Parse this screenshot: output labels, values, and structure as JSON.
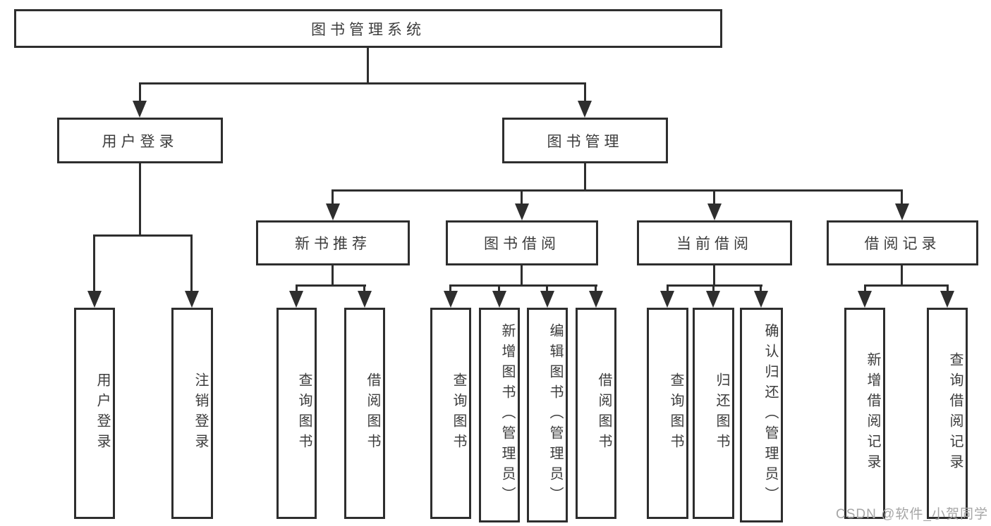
{
  "nodes": {
    "root": "图书管理系统",
    "user_login": "用户登录",
    "book_mgmt": "图书管理",
    "new_books": "新书推荐",
    "book_borrow": "图书借阅",
    "current_borrow": "当前借阅",
    "borrow_records": "借阅记录"
  },
  "leaves": {
    "user_login": [
      "用户登录",
      "注销登录"
    ],
    "new_books": [
      "查询图书",
      "借阅图书"
    ],
    "book_borrow": [
      "查询图书",
      "新增图书（管理员）",
      "编辑图书（管理员）",
      "借阅图书"
    ],
    "current_borrow": [
      "查询图书",
      "归还图书",
      "确认归还（管理员）"
    ],
    "borrow_records": [
      "新增借阅记录",
      "查询借阅记录"
    ]
  },
  "watermark": "CSDN @软件_小贺同学",
  "colors": {
    "line": "#2e2e2e",
    "text": "#3c3c3c",
    "watermark": "#a6a6a6",
    "background": "#ffffff"
  }
}
